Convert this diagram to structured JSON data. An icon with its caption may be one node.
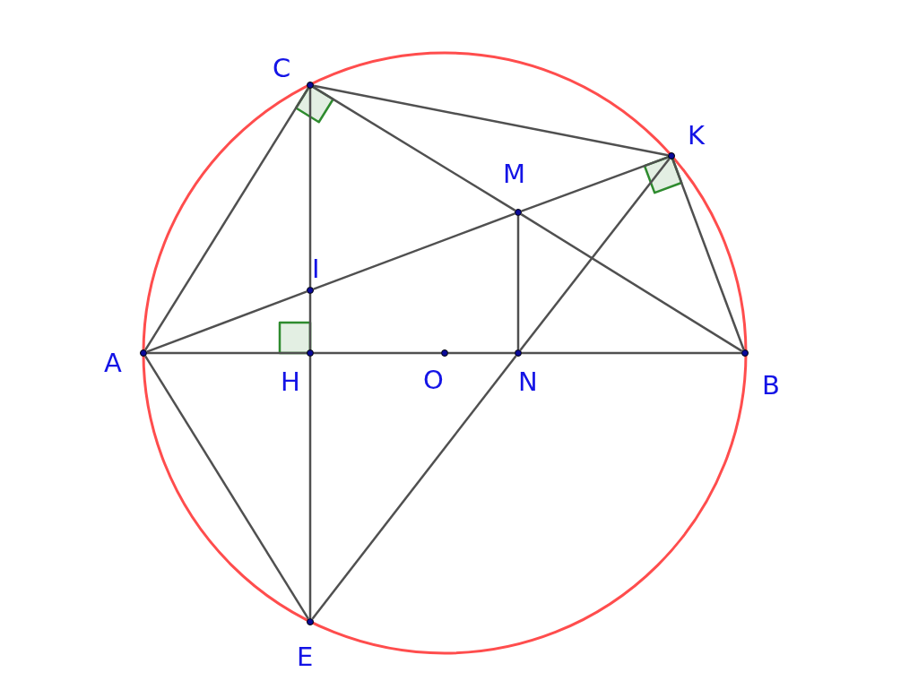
{
  "diagram": {
    "nodes": [
      {
        "text": [],
        "shape": "dot",
        "beside": [
          "C"
        ]
      },
      {
        "text": [],
        "shape": "dot",
        "beside": [
          "K"
        ]
      },
      {
        "text": [],
        "shape": "dot",
        "beside": [
          "M"
        ]
      },
      {
        "text": [],
        "shape": "dot",
        "beside": [
          "I"
        ]
      },
      {
        "text": [],
        "shape": "dot",
        "beside": [
          "A"
        ]
      },
      {
        "text": [],
        "shape": "dot",
        "beside": [
          "H"
        ]
      },
      {
        "text": [],
        "shape": "dot",
        "beside": [
          "O"
        ]
      },
      {
        "text": [],
        "shape": "dot",
        "beside": [
          "N"
        ]
      },
      {
        "text": [],
        "shape": "dot",
        "beside": [
          "B"
        ]
      },
      {
        "text": [],
        "shape": "dot",
        "beside": [
          "E"
        ]
      }
    ],
    "edges": [
      {
        "from": 0,
        "to": 1,
        "arrow": "none"
      },
      {
        "from": 0,
        "to": 4,
        "arrow": "none"
      },
      {
        "from": 0,
        "to": 3,
        "arrow": "none"
      },
      {
        "from": 3,
        "to": 5,
        "arrow": "none"
      },
      {
        "from": 5,
        "to": 9,
        "arrow": "none"
      },
      {
        "from": 0,
        "to": 2,
        "arrow": "none"
      },
      {
        "from": 2,
        "to": 8,
        "arrow": "none"
      },
      {
        "from": 4,
        "to": 3,
        "arrow": "none"
      },
      {
        "from": 3,
        "to": 2,
        "arrow": "none"
      },
      {
        "from": 2,
        "to": 1,
        "arrow": "none"
      },
      {
        "from": 2,
        "to": 7,
        "arrow": "none"
      },
      {
        "from": 1,
        "to": 7,
        "arrow": "none"
      },
      {
        "from": 7,
        "to": 9,
        "arrow": "none"
      },
      {
        "from": 1,
        "to": 8,
        "arrow": "none"
      },
      {
        "from": 4,
        "to": 5,
        "arrow": "none"
      },
      {
        "from": 5,
        "to": 6,
        "arrow": "none"
      },
      {
        "from": 6,
        "to": 7,
        "arrow": "none"
      },
      {
        "from": 7,
        "to": 8,
        "arrow": "none"
      },
      {
        "from": 4,
        "to": 9,
        "arrow": "none"
      }
    ]
  }
}
